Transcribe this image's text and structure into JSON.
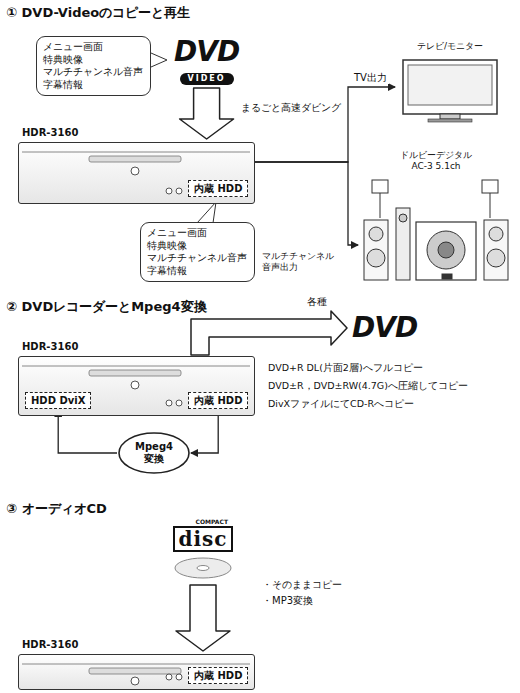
{
  "diagram": {
    "nodes": [
      {
        "text": [
          "メニュー画面 特典映像 マルチチャンネル音声 字幕情報"
        ]
      },
      {
        "text": [
          "DVD",
          "VIDEO"
        ]
      },
      {
        "text": [
          "HDR-3160"
        ]
      },
      {
        "text": [
          "内蔵 HDD"
        ],
        "in": 2
      },
      {
        "text": [
          "メニュー画面 特典映像 マルチチャンネル音声 字幕情報"
        ]
      },
      {
        "text": [
          "テレビ/モニター"
        ]
      },
      {
        "text": [
          "ドルビーデジタル AC-3 5.1ch"
        ]
      },
      {
        "text": [
          "HDR-3160"
        ]
      },
      {
        "text": [
          "HDD DviX"
        ],
        "in": 7
      },
      {
        "text": [
          "内蔵 HDD"
        ],
        "in": 7
      },
      {
        "text": [
          "Mpeg4 変換"
        ]
      },
      {
        "text": [
          "DVD"
        ]
      },
      {
        "text": [
          "COMPACT",
          "disc"
        ]
      },
      {
        "text": [
          "HDR-3160"
        ]
      },
      {
        "text": [
          "内蔵 HDD"
        ],
        "in": 13
      }
    ],
    "edges": [
      {
        "from": 1,
        "to": 2,
        "arrow": "to",
        "label": "まるごと高速ダビング"
      },
      {
        "from": 2,
        "to": 5,
        "arrow": "to",
        "label": "TV出力"
      },
      {
        "from": 2,
        "to": 6,
        "arrow": "to",
        "label": "マルチチャンネル 音声出力"
      },
      {
        "from": 7,
        "to": 11,
        "arrow": "to",
        "label": "各種"
      },
      {
        "from": 9,
        "to": 10,
        "arrow": "to"
      },
      {
        "from": 10,
        "to": 8,
        "arrow": "to"
      },
      {
        "from": 12,
        "to": 13,
        "arrow": "to"
      }
    ],
    "labels": [
      "① DVD-Videoのコピーと再生",
      "② DVDレコーダーとMpeg4変換",
      "③ オーディオCD",
      "DVD+R DL(片面2層)へフルコピー",
      "DVD±R，DVD±RW(4.7G)へ圧縮してコピー",
      "DivXファイルにてCD-Rへコピー",
      "・そのままコピー",
      "・MP3変換"
    ]
  }
}
